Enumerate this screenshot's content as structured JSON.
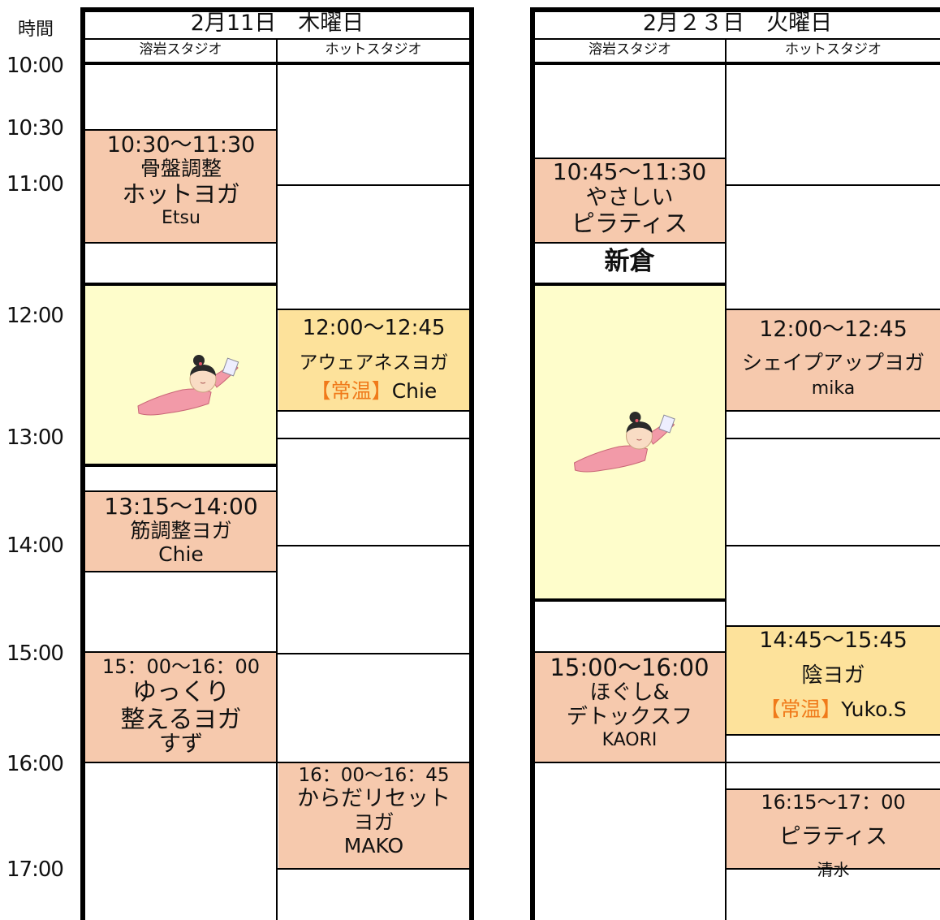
{
  "time_header": "時間",
  "time_labels": [
    "10:00",
    "10:30",
    "11:00",
    "12:00",
    "13:00",
    "14:00",
    "15:00",
    "16:00",
    "17:00"
  ],
  "days": [
    {
      "title": "2月11日　木曜日",
      "studios": [
        "溶岩スタジオ",
        "ホットスタジオ"
      ],
      "lava": [
        {
          "time": "10:30～11:30",
          "name1": "骨盤調整",
          "name2": "ホットヨガ",
          "instructor": "Etsu"
        },
        {
          "time": "13:15～14:00",
          "name1": "筋調整ヨガ",
          "instructor": "Chie"
        },
        {
          "time": "15：00～16：00",
          "name1": "ゆっくり",
          "name2": "整えるヨガ",
          "instructor": "すず"
        }
      ],
      "hot": [
        {
          "time": "12:00～12:45",
          "name1": "アウェアネスヨガ",
          "tag": "【常温】",
          "instructor": "Chie"
        },
        {
          "time": "16：00～16：45",
          "name1": "からだリセット",
          "name2": "ヨガ",
          "instructor": "MAKO"
        }
      ]
    },
    {
      "title": "2月２３日　火曜日",
      "studios": [
        "溶岩スタジオ",
        "ホットスタジオ"
      ],
      "lava": [
        {
          "time": "10:45～11:30",
          "name1": "やさしい",
          "name2": "ピラティス",
          "instructor": "新倉"
        },
        {
          "time": "15:00～16:00",
          "name1": "ほぐし&",
          "name2": "デトックスフ",
          "instructor": "KAORI"
        }
      ],
      "hot": [
        {
          "time": "12:00～12:45",
          "name1": "シェイプアップヨガ",
          "instructor": "mika"
        },
        {
          "time": "14:45～15:45",
          "name1": "陰ヨガ",
          "tag": "【常温】",
          "instructor": "Yuko.S"
        },
        {
          "time": "16:15～17：00",
          "name1": "ピラティス",
          "instructor": "清水"
        }
      ]
    }
  ],
  "colors": {
    "peach": "#f6c9ad",
    "gold": "#fde29b",
    "cream": "#fefdcb",
    "tag_orange": "#f07a1a"
  },
  "icons": [
    "lying-girl-illustration"
  ]
}
